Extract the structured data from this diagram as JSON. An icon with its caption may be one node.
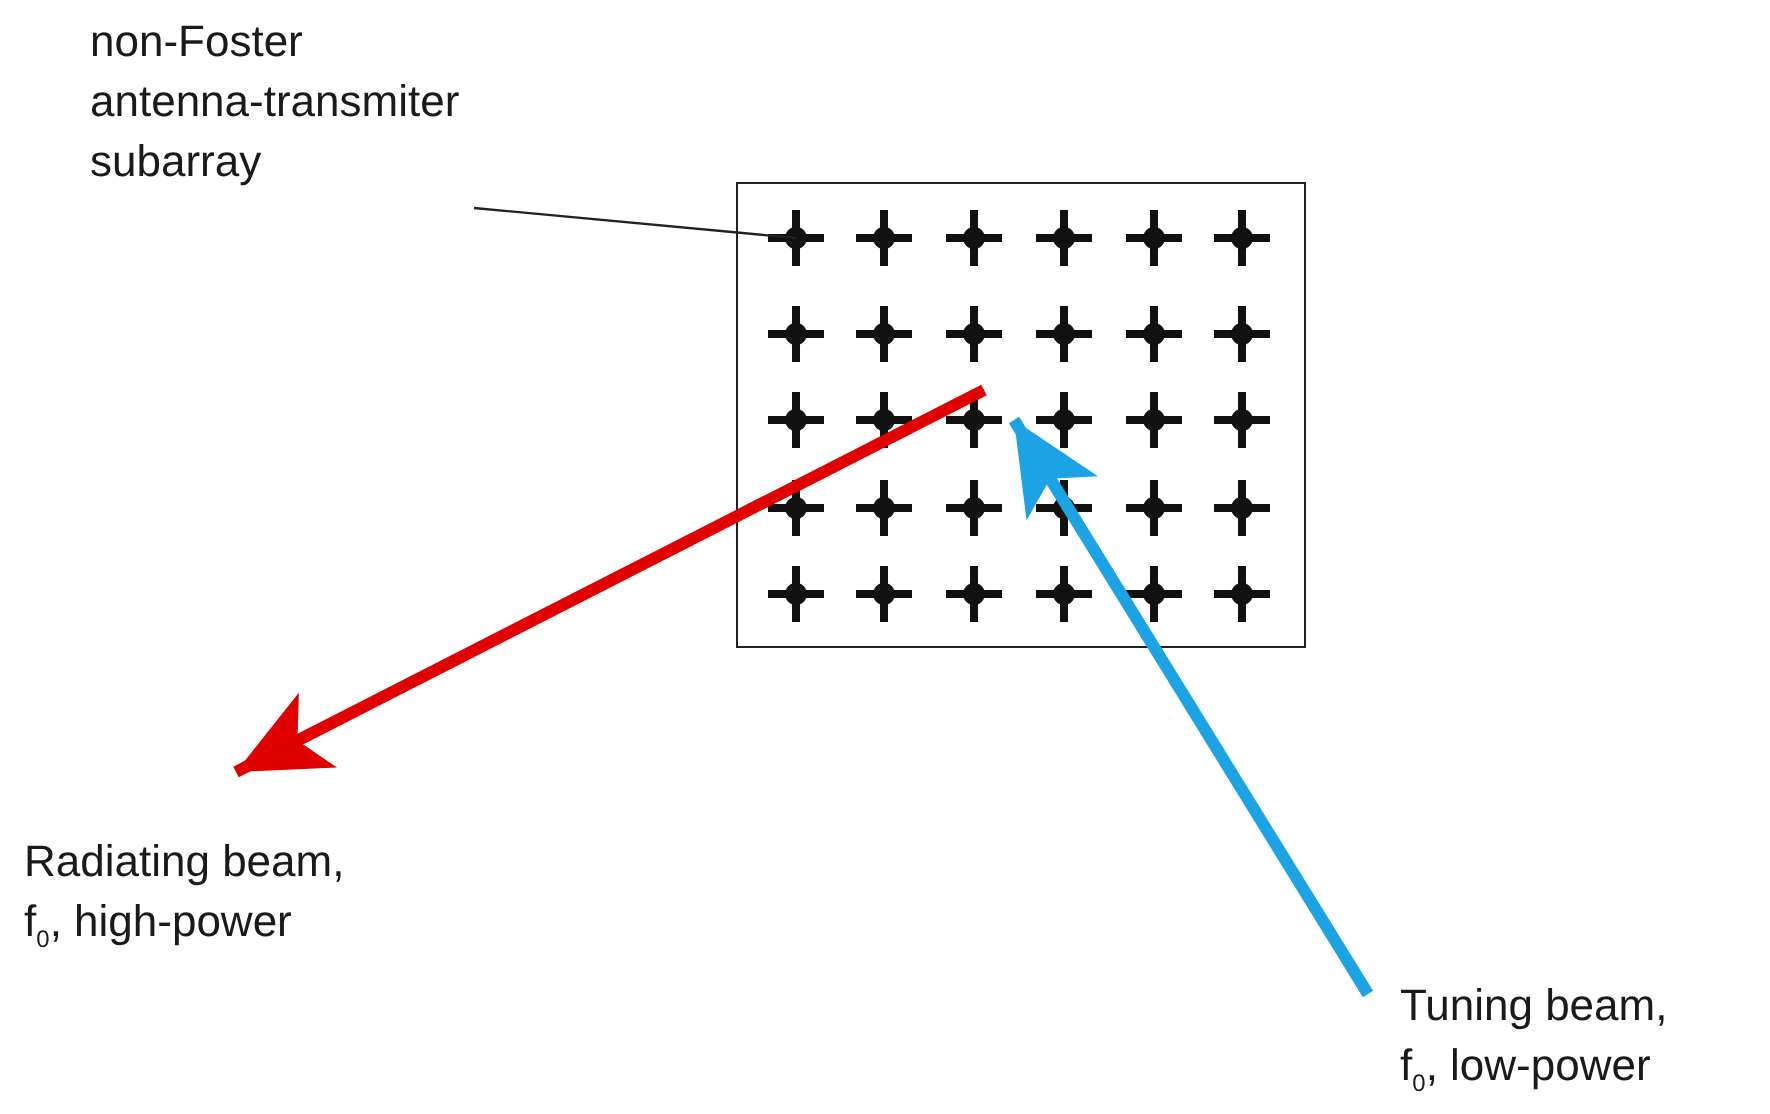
{
  "diagram": {
    "nodes": [
      {
        "text": [
          "non-Foster antenna-transmiter subarray"
        ]
      },
      {
        "text": [],
        "shape": "box"
      },
      {
        "text": [
          "Radiating beam, f$_{0}$, high-power"
        ]
      },
      {
        "text": [
          "Tuning beam, f$_{0}$, low-power"
        ]
      }
    ],
    "edges": [
      {
        "from": 0,
        "to": 1,
        "arrow": "none"
      },
      {
        "from": 1,
        "to": 2,
        "arrow": "to",
        "color": "#e00000"
      },
      {
        "from": 3,
        "to": 1,
        "arrow": "to",
        "color": "#1ca3e6"
      }
    ]
  }
}
